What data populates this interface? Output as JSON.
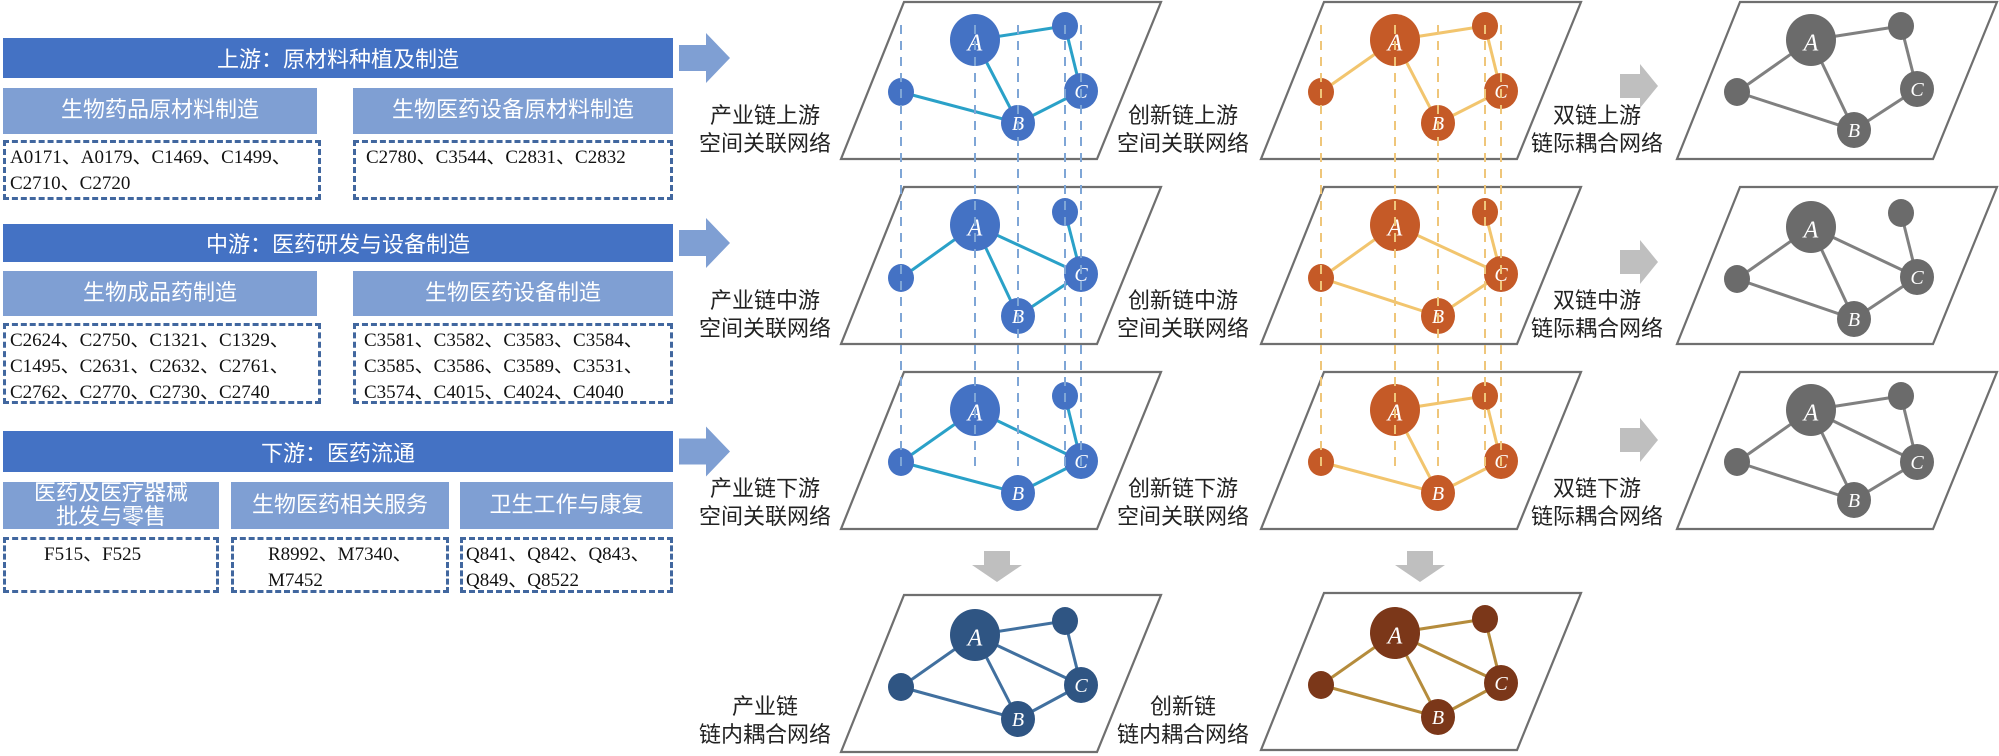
{
  "left_panel": {
    "upstream": {
      "header": "上游：原材料种植及制造",
      "groups": [
        {
          "title": "生物药品原材料制造",
          "codes": "A0171、A0179、C1469、C1499、C2710、C2720"
        },
        {
          "title": "生物医药设备原材料制造",
          "codes": "C2780、C3544、C2831、C2832"
        }
      ]
    },
    "midstream": {
      "header": "中游：医药研发与设备制造",
      "groups": [
        {
          "title": "生物成品药制造",
          "codes": "C2624、C2750、C1321、C1329、C1495、C2631、C2632、C2761、C2762、C2770、C2730、C2740"
        },
        {
          "title": "生物医药设备制造",
          "codes": "C3581、C3582、C3583、C3584、C3585、C3586、C3589、C3531、C3574、C4015、C4024、C4040"
        }
      ]
    },
    "downstream": {
      "header": "下游：医药流通",
      "groups": [
        {
          "title_line1": "医药及医疗器械",
          "title_line2": "批发与零售",
          "codes": "F515、F525"
        },
        {
          "title": "生物医药相关服务",
          "codes": "R8992、M7340、M7452"
        },
        {
          "title": "卫生工作与康复",
          "codes": "Q841、Q842、Q843、Q849、Q8522"
        }
      ]
    }
  },
  "labels": {
    "industry_up": [
      "产业链上游",
      "空间关联网络"
    ],
    "industry_mid": [
      "产业链中游",
      "空间关联网络"
    ],
    "industry_down": [
      "产业链下游",
      "空间关联网络"
    ],
    "innovation_up": [
      "创新链上游",
      "空间关联网络"
    ],
    "innovation_mid": [
      "创新链中游",
      "空间关联网络"
    ],
    "innovation_down": [
      "创新链下游",
      "空间关联网络"
    ],
    "dual_up": [
      "双链上游",
      "链际耦合网络"
    ],
    "dual_mid": [
      "双链中游",
      "链际耦合网络"
    ],
    "dual_down": [
      "双链下游",
      "链际耦合网络"
    ],
    "industry_intra": [
      "产业链",
      "链内耦合网络"
    ],
    "innovation_intra": [
      "创新链",
      "链内耦合网络"
    ]
  },
  "node_labels": {
    "A": "A",
    "B": "B",
    "C": "C"
  },
  "colors": {
    "header_blue": "#4472c4",
    "subheader_blue": "#7f9fd3",
    "industry_node": "#4472c4",
    "industry_edge": "#2aa1c8",
    "innovation_node": "#c55a27",
    "innovation_edge": "#f2c56e",
    "dual_node": "#6b6b6b",
    "dual_edge": "#808080",
    "industry_coupled_node": "#2f5583",
    "industry_coupled_edge": "#41709f",
    "innovation_coupled_node": "#7b3719",
    "innovation_coupled_edge": "#b58c3c",
    "arrow_blue": "#7f9fd3",
    "arrow_gray": "#bfbfbf"
  },
  "networks": {
    "industry_up": {
      "edges": [
        [
          "A",
          "T"
        ],
        [
          "T",
          "C"
        ],
        [
          "C",
          "B"
        ],
        [
          "A",
          "B"
        ],
        [
          "L",
          "B"
        ]
      ]
    },
    "industry_mid": {
      "edges": [
        [
          "A",
          "L"
        ],
        [
          "A",
          "B"
        ],
        [
          "A",
          "C"
        ],
        [
          "T",
          "C"
        ],
        [
          "C",
          "B"
        ]
      ]
    },
    "industry_down": {
      "edges": [
        [
          "A",
          "L"
        ],
        [
          "A",
          "C"
        ],
        [
          "T",
          "C"
        ],
        [
          "C",
          "B"
        ],
        [
          "L",
          "B"
        ]
      ]
    },
    "innovation_up": {
      "edges": [
        [
          "A",
          "T"
        ],
        [
          "T",
          "C"
        ],
        [
          "C",
          "B"
        ],
        [
          "A",
          "B"
        ],
        [
          "A",
          "L"
        ]
      ]
    },
    "innovation_mid": {
      "edges": [
        [
          "A",
          "L"
        ],
        [
          "A",
          "C"
        ],
        [
          "T",
          "C"
        ],
        [
          "C",
          "B"
        ],
        [
          "L",
          "B"
        ]
      ]
    },
    "innovation_down": {
      "edges": [
        [
          "A",
          "T"
        ],
        [
          "T",
          "C"
        ],
        [
          "C",
          "B"
        ],
        [
          "A",
          "B"
        ],
        [
          "L",
          "B"
        ]
      ]
    },
    "dual_up": {
      "edges": [
        [
          "A",
          "T"
        ],
        [
          "T",
          "C"
        ],
        [
          "C",
          "B"
        ],
        [
          "A",
          "B"
        ],
        [
          "A",
          "L"
        ],
        [
          "L",
          "B"
        ]
      ]
    },
    "dual_mid": {
      "edges": [
        [
          "A",
          "L"
        ],
        [
          "A",
          "B"
        ],
        [
          "A",
          "C"
        ],
        [
          "T",
          "C"
        ],
        [
          "C",
          "B"
        ],
        [
          "L",
          "B"
        ]
      ]
    },
    "dual_down": {
      "edges": [
        [
          "A",
          "T"
        ],
        [
          "T",
          "C"
        ],
        [
          "C",
          "B"
        ],
        [
          "A",
          "B"
        ],
        [
          "A",
          "L"
        ],
        [
          "L",
          "B"
        ],
        [
          "A",
          "C"
        ]
      ]
    },
    "industry_intra": {
      "edges": [
        [
          "A",
          "T"
        ],
        [
          "T",
          "C"
        ],
        [
          "C",
          "B"
        ],
        [
          "A",
          "B"
        ],
        [
          "A",
          "L"
        ],
        [
          "L",
          "B"
        ],
        [
          "A",
          "C"
        ]
      ]
    },
    "innovation_intra": {
      "edges": [
        [
          "A",
          "T"
        ],
        [
          "T",
          "C"
        ],
        [
          "C",
          "B"
        ],
        [
          "A",
          "B"
        ],
        [
          "A",
          "L"
        ],
        [
          "L",
          "B"
        ],
        [
          "A",
          "C"
        ]
      ]
    }
  }
}
